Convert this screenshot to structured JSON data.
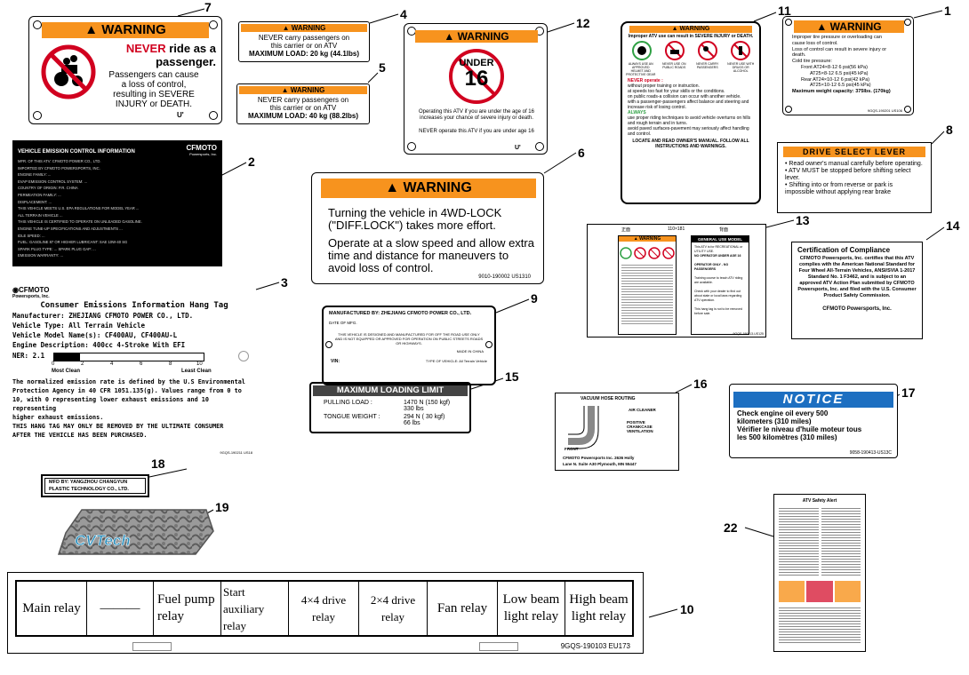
{
  "callouts": [
    "7",
    "4",
    "5",
    "12",
    "11",
    "1",
    "8",
    "2",
    "6",
    "13",
    "14",
    "3",
    "9",
    "15",
    "16",
    "17",
    "18",
    "19",
    "10",
    "22"
  ],
  "label7": {
    "header": "WARNING",
    "line1a": "NEVER",
    "line1b": "ride as a",
    "line2": "passenger.",
    "line3": "Passengers can cause",
    "line4": "a loss of control,",
    "line5": "resulting in SEVERE",
    "line6": "INJURY or DEATH.",
    "code": "U'"
  },
  "label4": {
    "header": "WARNING",
    "line1": "NEVER carry passengers on",
    "line2": "this carrier or on ATV",
    "line3": "MAXIMUM LOAD: 20 kg (44.1lbs)"
  },
  "label5": {
    "header": "WARNING",
    "line1": "NEVER carry passengers on",
    "line2": "this carrier or on ATV",
    "line3": "MAXIMUM LOAD: 40 kg (88.2lbs)"
  },
  "label12": {
    "header": "WARNING",
    "sign_top": "UNDER",
    "sign_num": "16",
    "p1": "Operating this ATV if you are under the age of 16 increases your chance of severe injury or death.",
    "p2": "NEVER operate this ATV if you are under age 16",
    "code": "U'"
  },
  "label11": {
    "header": "WARNING",
    "intro": "Improper ATV use can result in SEVERE INJURY or DEATH.",
    "icon_captions": [
      "ALWAYS USE AN APPROVED HELMET AND PROTECTIVE GEAR",
      "NEVER USE ON PUBLIC ROADS",
      "NEVER CARRY PASSENGERS",
      "NEVER USE WITH DRUGS OR ALCOHOL"
    ],
    "never": "NEVER operate :",
    "never_items": [
      "without proper training or instruction.",
      "at speeds too fast for your skills or the conditions.",
      "on public roads-a collision can occur with another vehicle.",
      "with a passenger-passengers affect balance and steering and increase risk of losing control."
    ],
    "always": "ALWAYS",
    "always_items": [
      "use proper riding techniques to avoid vehicle overturns on hills and rough terrain and in turns.",
      "avoid paved surfaces-pavement may seriously affect handling and control."
    ],
    "footer": "LOCATE AND READ OWNER'S MANUAL. FOLLOW ALL INSTRUCTIONS AND WARNINGS."
  },
  "label1": {
    "header": "WARNING",
    "lines": [
      "Improper tire pressure or overloading can",
      "cause loss of control.",
      "Loss of control can result in severe injury or",
      "death.",
      "Cold tire pressure:",
      "Front AT24×8-12   6 psi(56 kPa)",
      "AT25×8-12   6.5 psi(45 kPa)",
      "Rear AT24×10-12  6 psi(42 kPa)",
      "AT25×10-12  6.5 psi(45 kPa)",
      "Maximum weight capacity: 375lbs. (170kg)"
    ],
    "code": "9GQS-190201  US106"
  },
  "label8": {
    "header": "DRIVE SELECT LEVER",
    "items": [
      "Read owner's manual carefully before operating.",
      "ATV MUST be stopped before shifting select lever.",
      "Shifting into or from reverse or park is impossible without applying rear brake"
    ]
  },
  "label2": {
    "title": "VEHICLE EMISSION CONTROL INFORMATION",
    "brand": "CFMOTO",
    "brand_sub": "Powersports, Inc.",
    "lines": [
      "MFR. OF THIS ATV: CFMOTO POWER CO., LTD.",
      "IMPORTED BY CFMOTO POWERSPORTS, INC.",
      "ENGINE FAMILY: ... ",
      "EVAP EMISSION CONTROL SYSTEM: ...",
      "COUNTRY OF ORIGIN: P.R. CHINA",
      "PERMEATION FAMILY: ...",
      "DISPLACEMENT: ...",
      "THIS VEHICLE MEETS U.S. EPA REGULATIONS FOR MODEL YEAR ...",
      "ALL TERRAIN VEHICLE ...",
      "THIS VEHICLE IS CERTIFIED TO OPERATE ON UNLEADED GASOLINE.",
      "ENGINE TUNE-UP SPECIFICATIONS AND ADJUSTMENTS ...",
      "IDLE SPEED: ...",
      "FUEL: GASOLINE 87 OR HIGHER    LUBRICANT: SAE 10W-40 SG",
      "SPARK PLUG TYPE: ...    SPARK PLUG GAP: ...",
      "EMISSION WARRANTY: ..."
    ]
  },
  "label6": {
    "header": "WARNING",
    "p1": "Turning the vehicle in 4WD-LOCK (\"DIFF.LOCK\") takes more effort.",
    "p2": "Operate at a slow speed and allow extra time and distance for maneuvers to avoid loss of control.",
    "code": "9010-190002  US1310"
  },
  "label13": {
    "left_top": "正面",
    "center_top": "110×181",
    "right_top": "背面",
    "right_header": "GENERAL USE MODEL",
    "right_lines": [
      "This ATV is for RECREATIONAL or UTILITY USE.",
      "NO OPERATOR UNDER AGE 16",
      "OPERATOR ONLY - NO PASSENGERS",
      "Training course to teach ATV riding are available.",
      "Check with your dealer to find out about state or local laws regarding ATV operation.",
      "This hang tag is not to be removed before sale."
    ],
    "code": "9GQS-190013-US125"
  },
  "label14": {
    "title": "Certification of Compliance",
    "body": "CFMOTO Powersports, Inc. certifies that this ATV complies with the American National Standard for Four Wheel All-Terrain Vehicles, ANSI/SVIA 1-2017 Standard No. 1 F3462, and is subject to an approved ATV Action Plan submitted by CFMOTO Powersports, Inc. and filed with the U.S. Consumer Product Safety Commission.",
    "sign": "CFMOTO Powersports, Inc."
  },
  "label3": {
    "brand": "CFMOTO",
    "brand_sub": "Powersports, Inc.",
    "title": "Consumer Emissions Information Hang Tag",
    "lines": [
      "Manufacturer: ZHEJIANG CFMOTO POWER CO., LTD.",
      "Vehicle Type: All Terrain Vehicle",
      "Vehicle Model Name(s): CF400AU, CF400AU-L",
      "Engine Description: 400cc 4-Stroke With EFI"
    ],
    "ner": "NER: 2.1",
    "scale": [
      "0",
      "2",
      "4",
      "6",
      "8",
      "10"
    ],
    "cleaner": "Most Clean",
    "dirtier": "Least Clean",
    "para": [
      "The normalized emission rate is defined by the U.S Environmental",
      "Protection Agency in 40 CFR 1051.135(g). Values range from 0 to",
      "10, with 0 representing lower exhaust emissions and 10 representing",
      "higher exhaust emissions.",
      "THIS HANG TAG MAY ONLY BE REMOVED BY THE ULTIMATE CONSUMER",
      "AFTER THE VEHICLE HAS BEEN PURCHASED."
    ],
    "code": "9GQS-190211  US18"
  },
  "label9": {
    "header": "MANUFACTURED BY: ZHEJIANG CFMOTO POWER CO., LTD.",
    "date": "DATE OF MFG.",
    "body": "THIS VEHICLE IS DESIGNED AND MANUFACTURED FOR OFF THE ROAD USE ONLY AND IS NOT EQUIPPED OR APPROVED FOR OPERATION ON PUBLIC STREETS ROADS OR HIGHWAYS.",
    "made": "MADE IN CHINA",
    "vin": "VIN:",
    "type": "TYPE OF VEHICLE: All Terrain Vehicle"
  },
  "label15": {
    "header": "MAXIMUM   LOADING   LIMIT",
    "r1a": "PULLING LOAD :",
    "r1b": "1470 N (150 kgf)",
    "r1c": "330 lbs",
    "r2a": "TONGUE WEIGHT :",
    "r2b": "294 N ( 30 kgf)",
    "r2c": "66  lbs"
  },
  "label16": {
    "title": "VACUUM HOSE ROUTING",
    "air": "AIR CLEANER",
    "pcv": "POSITIVE CRANKCASE VENTILATION",
    "front": "FRONT",
    "footer1": "CFMOTO Powersports Inc. 2636 Holly",
    "footer2": "Lane N. Suite A30 Plymouth, MN 55447"
  },
  "label17": {
    "header": "NOTICE",
    "l1": "Check engine oil every 500",
    "l2": "kilometers (310 miles)",
    "l3": "Vérifier le niveau d'huile moteur tous",
    "l4": "les 500 kilomètres (310 miles)",
    "code": "9058-190413-US13C"
  },
  "label18": {
    "l1": "MFD BY: YANGZHOU CHANGYUN",
    "l2": "PLASTIC TECHNOLOGY CO., LTD."
  },
  "label19": {
    "logo": "CVTech"
  },
  "label10": {
    "cells": [
      "Main relay",
      "———",
      "Fuel pump relay",
      "Start auxiliary relay",
      "4×4 drive relay",
      "2×4 drive relay",
      "Fan relay",
      "Low beam light relay",
      "High beam light relay"
    ],
    "code": "9GQS-190103   EU173"
  },
  "label22": {
    "title": "ATV Safety Alert"
  },
  "colors": {
    "orange": "#f7931e",
    "notice_blue": "#1d6fc1",
    "notice_black": "#000000",
    "red": "#d1001f",
    "green": "#2ea043"
  }
}
